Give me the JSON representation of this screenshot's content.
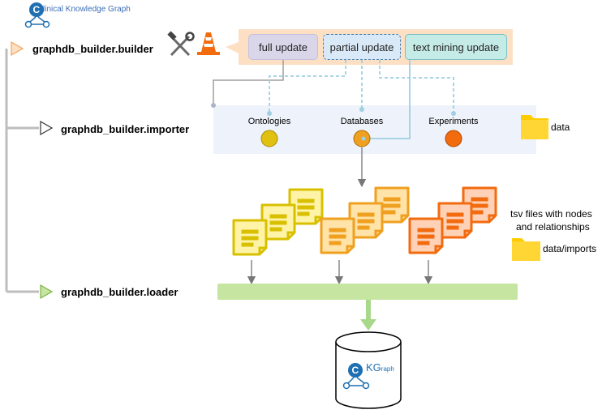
{
  "logo": {
    "text": "linical Knowledge Graph"
  },
  "stages": {
    "builder": "graphdb_builder.builder",
    "importer": "graphdb_builder.importer",
    "loader": "graphdb_builder.loader"
  },
  "updates": {
    "full": "full update",
    "partial": "partial update",
    "text_mining": "text mining update"
  },
  "sources": {
    "ontologies": "Ontologies",
    "databases": "Databases",
    "experiments": "Experiments"
  },
  "folders": {
    "data": "data",
    "imports": "data/imports"
  },
  "tsv_note_line1": "tsv files with nodes",
  "tsv_note_line2": "and relationships",
  "database": {
    "label": "KG",
    "suffix": "raph"
  },
  "colors": {
    "ontologies": "#e0c010",
    "databases": "#f0a020",
    "experiments": "#f26b0f",
    "loader_bar": "#c6e5a0",
    "importer_panel": "#eef2fa",
    "builder_panel": "#fde0c4",
    "folder": "#ffcc00",
    "connector": "#9ecfe3"
  }
}
